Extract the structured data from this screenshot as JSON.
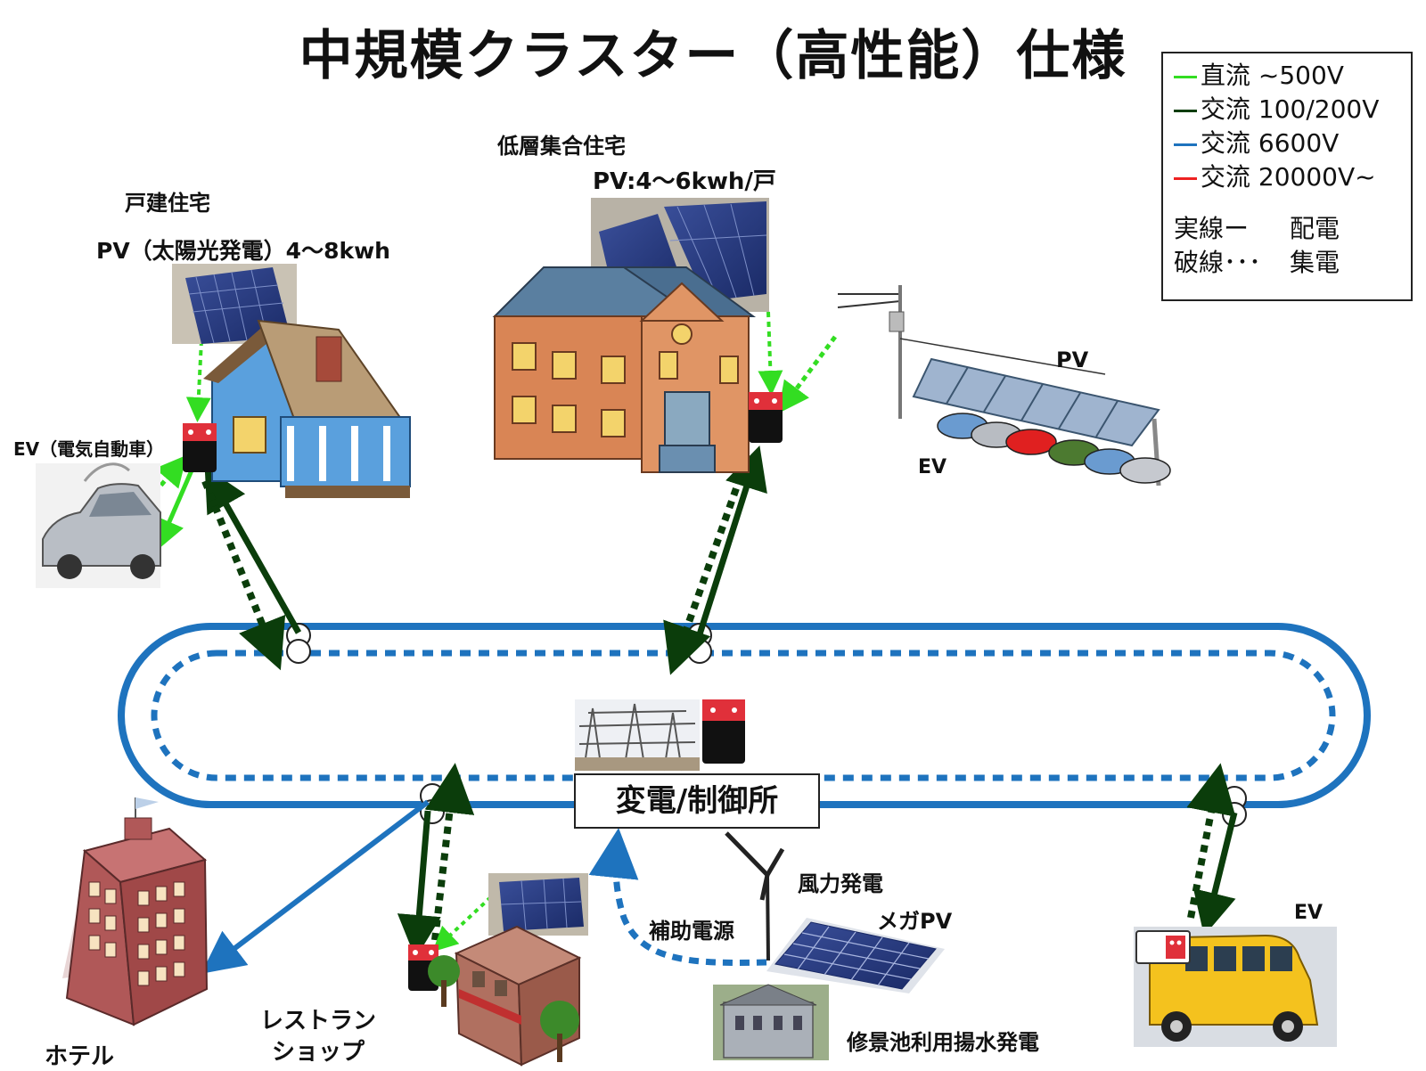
{
  "title": "中規模クラスター（高性能）仕様",
  "legend": {
    "items": [
      {
        "label": "直流 ~500V",
        "color": "#33dd22"
      },
      {
        "label": "交流 100/200V",
        "color": "#0b3d0b"
      },
      {
        "label": "交流 6600V",
        "color": "#1e73be"
      },
      {
        "label": "交流 20000V~",
        "color": "#ee2222"
      }
    ],
    "solid_label": "実線ー",
    "solid_meaning": "配電",
    "dashed_label": "破線･･･",
    "dashed_meaning": "集電"
  },
  "nodes": {
    "detached_house": {
      "name": "戸建住宅",
      "pv": "PV（太陽光発電）4～8kwh"
    },
    "ev_home": {
      "name": "EV（電気自動車）"
    },
    "apartment": {
      "name": "低層集合住宅",
      "pv": "PV:4～6kwh/戸"
    },
    "carport": {
      "pv": "PV",
      "ev": "EV"
    },
    "substation": {
      "name": "変電/制御所"
    },
    "hotel": {
      "name": "ホテル"
    },
    "restaurant": {
      "line1": "レストラン",
      "line2": "ショップ"
    },
    "aux_power": {
      "name": "補助電源"
    },
    "wind": {
      "name": "風力発電"
    },
    "mega_pv": {
      "name": "メガPV"
    },
    "pumped_hydro": {
      "name": "修景池利用揚水発電"
    },
    "ev_bus": {
      "name": "EV"
    }
  },
  "colors": {
    "dc": "#33dd22",
    "ac_low": "#0b3d0b",
    "ac_6600": "#1e73be",
    "ac_20000": "#ee2222"
  }
}
